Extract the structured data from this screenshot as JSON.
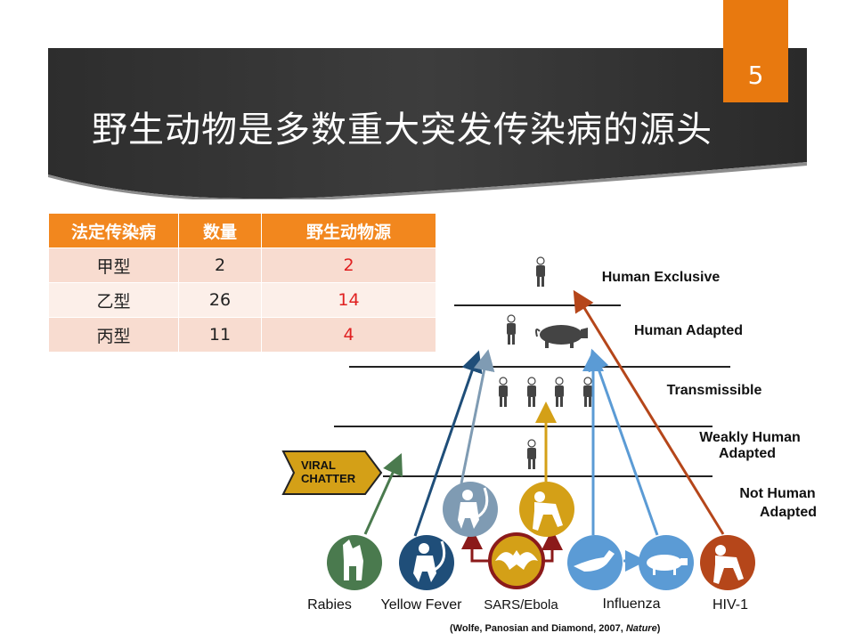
{
  "slide": {
    "title": "野生动物是多数重大突发传染病的源头",
    "page_number": "5",
    "accent_color": "#e8790f"
  },
  "table": {
    "headers": [
      "法定传染病",
      "数量",
      "野生动物源"
    ],
    "rows": [
      {
        "type": "甲型",
        "count": "2",
        "wild": "2"
      },
      {
        "type": "乙型",
        "count": "26",
        "wild": "14"
      },
      {
        "type": "丙型",
        "count": "11",
        "wild": "4"
      }
    ]
  },
  "diagram": {
    "levels": {
      "human_exclusive": "Human Exclusive",
      "human_adapted": "Human Adapted",
      "transmissible": "Transmissible",
      "weakly_1": "Weakly Human",
      "weakly_2": "Adapted",
      "not_human_1": "Not Human",
      "not_human_2": "Adapted"
    },
    "viral_chatter_1": "VIRAL",
    "viral_chatter_2": "CHATTER",
    "diseases": {
      "rabies": "Rabies",
      "yellow_fever": "Yellow Fever",
      "sars": "SARS/Ebola",
      "influenza": "Influenza",
      "hiv": "HIV-1"
    },
    "citation_prefix": "(Wolfe, Panosian and Diamond, 2007, ",
    "citation_journal": "Nature",
    "citation_suffix": ")",
    "colors": {
      "rabies": "#4a7a4e",
      "yellow_fever": "#1f4e79",
      "sars_monkey": "#7f9bb3",
      "sars_bat": "#d4a017",
      "sars_ring": "#8b1a1a",
      "chimp": "#d4a017",
      "influenza": "#5b9bd5",
      "hiv": "#b5461a"
    }
  }
}
